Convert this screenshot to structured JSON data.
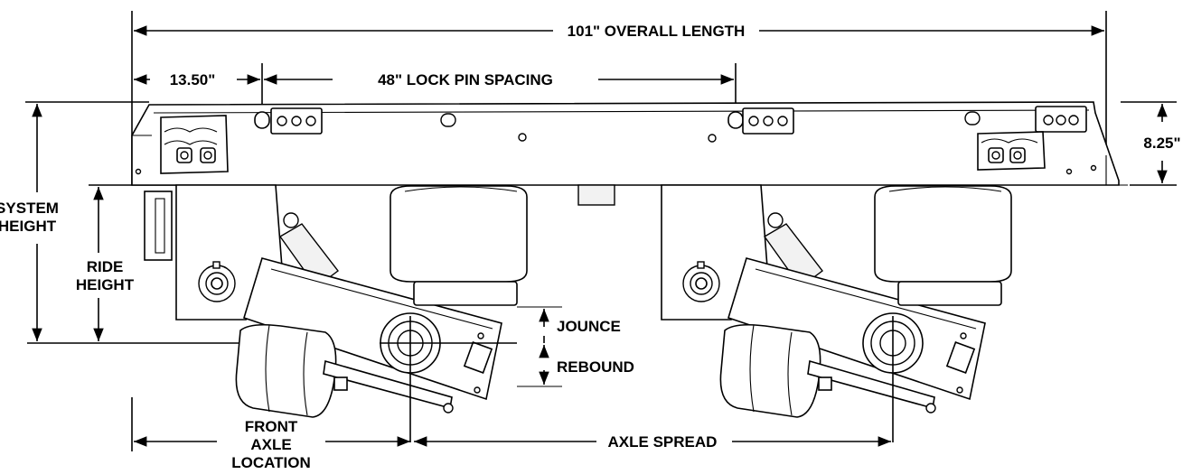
{
  "labels": {
    "overall_length": "101\" OVERALL LENGTH",
    "front_offset": "13.50\"",
    "lock_pin_spacing": "48\" LOCK PIN SPACING",
    "frame_height": "8.25\"",
    "system_height_line1": "SYSTEM",
    "system_height_line2": "HEIGHT",
    "ride_height_line1": "RIDE",
    "ride_height_line2": "HEIGHT",
    "jounce": "JOUNCE",
    "rebound": "REBOUND",
    "front_axle_line1": "FRONT",
    "front_axle_line2": "AXLE",
    "front_axle_line3": "LOCATION",
    "axle_spread": "AXLE SPREAD"
  }
}
